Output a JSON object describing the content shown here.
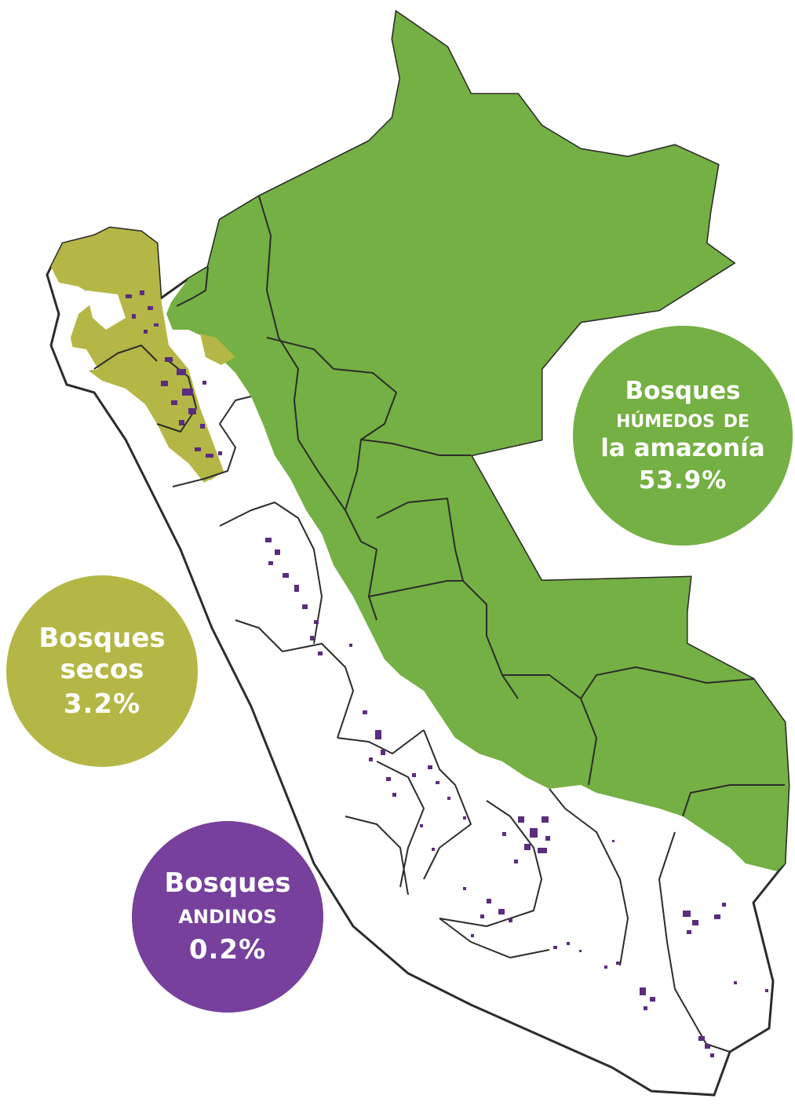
{
  "colors": {
    "amazon_forest": "#74b043",
    "dry_forest": "#b4b745",
    "andean_forest": "#5b2c7f",
    "andean_badge": "#76409c",
    "region_border": "#2c2c2c",
    "land": "#ffffff"
  },
  "legend": [
    {
      "id": "humedos",
      "lines": [
        "Bosques",
        "húmedos de",
        "la amazonía"
      ],
      "percent": "53.9%",
      "color": "#74b043"
    },
    {
      "id": "secos",
      "lines": [
        "Bosques",
        "secos"
      ],
      "percent": "3.2%",
      "color": "#b4b745"
    },
    {
      "id": "andinos",
      "lines": [
        "Bosques",
        "andinos"
      ],
      "percent": "0.2%",
      "color": "#76409c"
    }
  ]
}
